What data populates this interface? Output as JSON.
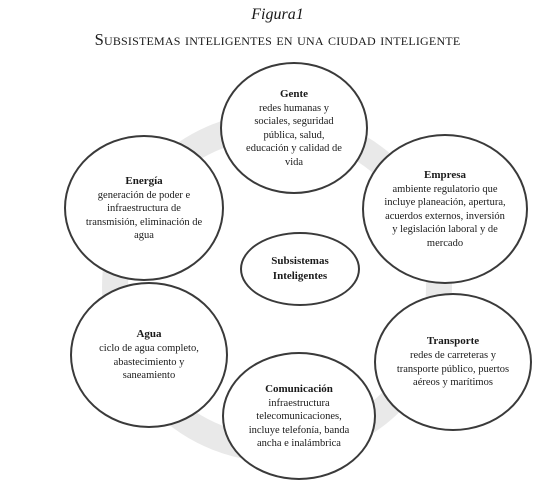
{
  "figure": {
    "label": "Figura1",
    "title": "Subsistemas inteligentes en una ciudad inteligente"
  },
  "nodes": {
    "gente": {
      "title": "Gente",
      "desc": "redes humanas y sociales, seguridad pública, salud, educación y calidad de vida"
    },
    "energia": {
      "title": "Energía",
      "desc": "generación de poder e infraestructura de transmisión, eliminación de agua"
    },
    "empresa": {
      "title": "Empresa",
      "desc": "ambiente regulatorio que incluye planeación, apertura, acuerdos externos, inversión y legislación laboral y de mercado"
    },
    "centro": {
      "title": "Subsistemas Inteligentes"
    },
    "agua": {
      "title": "Agua",
      "desc": "ciclo de agua completo, abastecimiento y saneamiento"
    },
    "transporte": {
      "title": "Transporte",
      "desc": "redes de carreteras y transporte público, puertos aéreos y marítimos"
    },
    "comunicacion": {
      "title": "Comunicación",
      "desc": "infraestructura telecomunicaciones, incluye telefonía, banda ancha e inalámbrica"
    }
  },
  "colors": {
    "ring": "#e9e9e9",
    "stroke": "#3a3a3a"
  }
}
